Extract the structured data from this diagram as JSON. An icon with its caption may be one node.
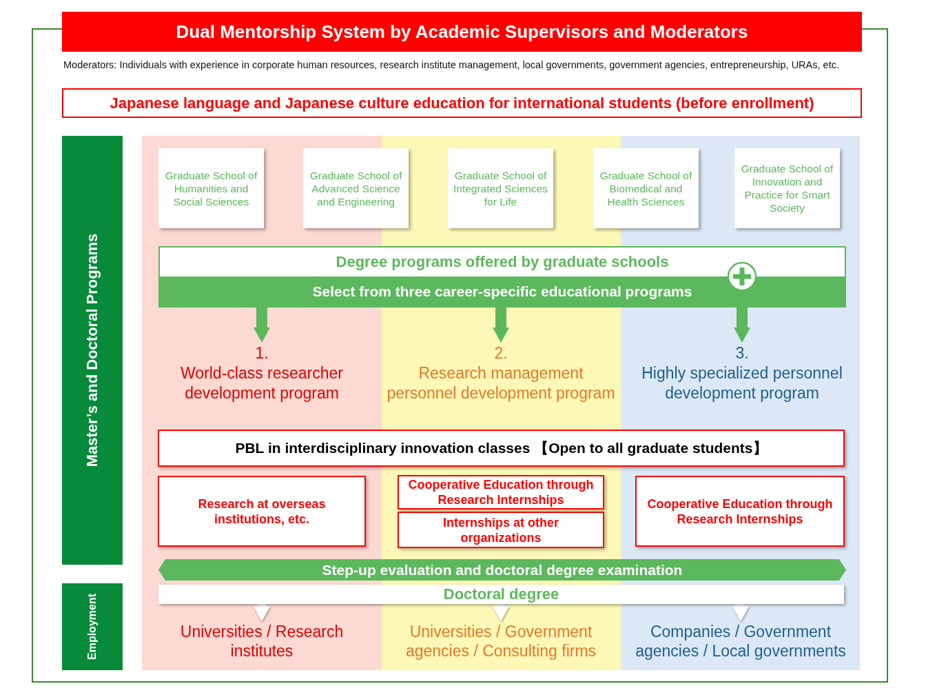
{
  "diagram": {
    "title": "Dual Mentorship System by Academic Supervisors and Moderators",
    "nodes": [
      {
        "text": [
          "Japanese language and Japanese culture education for international students (before enrollment)"
        ]
      },
      {
        "text": [
          "Master’s and Doctoral Programs"
        ]
      },
      {
        "text": [
          "Employment"
        ]
      },
      {
        "text": [
          "Graduate School of Humanities and Social Sciences"
        ]
      },
      {
        "text": [
          "Graduate School of Advanced Science and Engineering"
        ]
      },
      {
        "text": [
          "Graduate School of Integrated Sciences for Life"
        ]
      },
      {
        "text": [
          "Graduate School of Biomedical and Health Sciences"
        ]
      },
      {
        "text": [
          "Graduate School of Innovation and Practice for Smart Society"
        ]
      },
      {
        "text": [
          "Degree programs offered by graduate schools",
          "Select from three career-specific educational programs"
        ]
      },
      {
        "text": [
          "1.",
          "World-class researcher development program"
        ]
      },
      {
        "text": [
          "2.",
          "Research management personnel development program"
        ]
      },
      {
        "text": [
          "3.",
          "Highly specialized personnel development program"
        ]
      },
      {
        "text": [
          "PBL in interdisciplinary innovation classes 【Open to all graduate students】"
        ]
      },
      {
        "text": [
          "Research at overseas institutions, etc."
        ]
      },
      {
        "text": [
          "Cooperative Education through Research Internships"
        ]
      },
      {
        "text": [
          "Internships at other organizations"
        ]
      },
      {
        "text": [
          "Cooperative Education through Research Internships"
        ]
      },
      {
        "text": [
          "Step-up evaluation and doctoral degree examination"
        ]
      },
      {
        "text": [
          "Doctoral degree"
        ]
      },
      {
        "text": [
          "Universities / Research institutes"
        ]
      },
      {
        "text": [
          "Universities / Government agencies / Consulting firms"
        ]
      },
      {
        "text": [
          "Companies / Government agencies / Local governments"
        ]
      }
    ],
    "edges": [
      {
        "from": 8,
        "to": 9,
        "arrow": "to",
        "color": "#5cb85c"
      },
      {
        "from": 8,
        "to": 10,
        "arrow": "to",
        "color": "#5cb85c"
      },
      {
        "from": 8,
        "to": 11,
        "arrow": "to",
        "color": "#5cb85c"
      },
      {
        "from": 18,
        "to": 19,
        "arrow": "to",
        "color": "#ffffff"
      },
      {
        "from": 18,
        "to": 20,
        "arrow": "to",
        "color": "#ffffff"
      },
      {
        "from": 18,
        "to": 21,
        "arrow": "to",
        "color": "#ffffff"
      }
    ],
    "labels": [
      "Moderators: Individuals with experience in corporate human resources, research institute management, local governments, government agencies, entrepreneurship, URAs, etc."
    ]
  }
}
